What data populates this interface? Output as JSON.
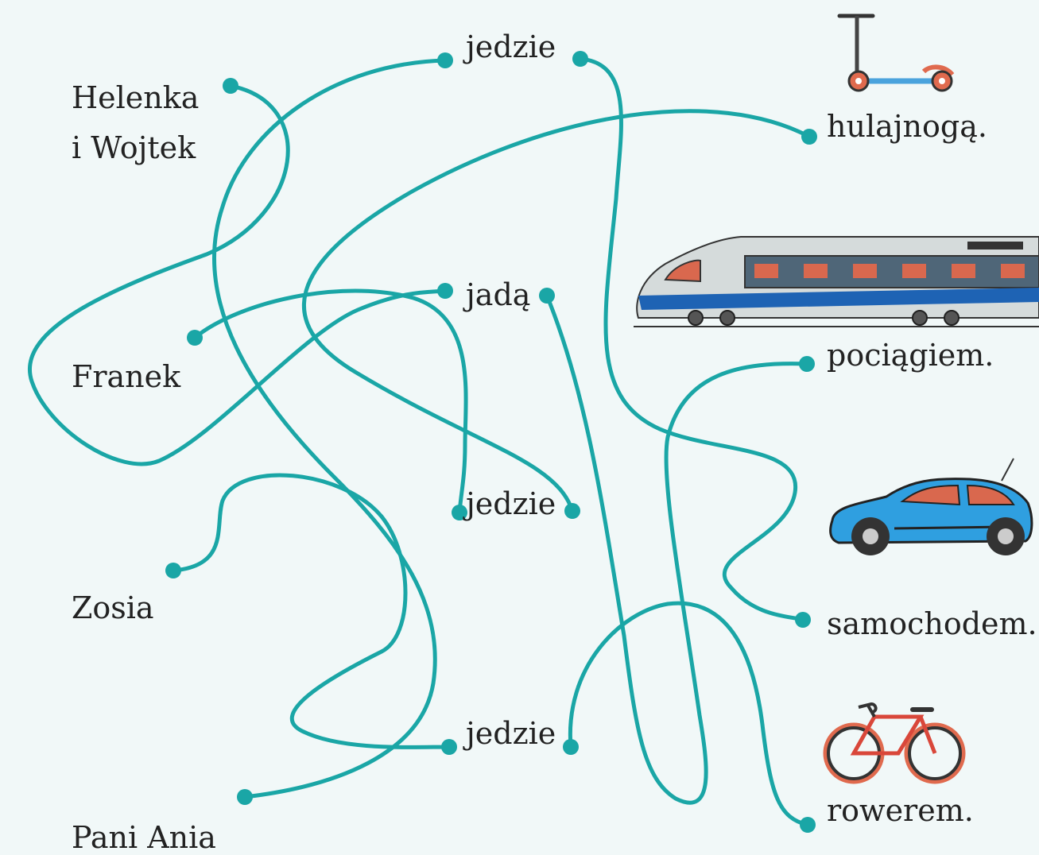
{
  "subjects": [
    "Helenka",
    "i Wojtek",
    "Franek",
    "Zosia",
    "Pani Ania"
  ],
  "verbs": [
    "jedzie",
    "jadą",
    "jedzie",
    "jedzie"
  ],
  "vehicles": [
    "hulajnogą.",
    "pociągiem.",
    "samochodem.",
    "rowerem."
  ],
  "icons": [
    "scooter-icon",
    "train-icon",
    "car-icon",
    "bicycle-icon"
  ],
  "colors": {
    "background": "#f1f8f8",
    "line": "#1aa6a6",
    "car_body": "#2f9fe0",
    "accent_red": "#e06a4e",
    "train_blue": "#1e63b4"
  }
}
